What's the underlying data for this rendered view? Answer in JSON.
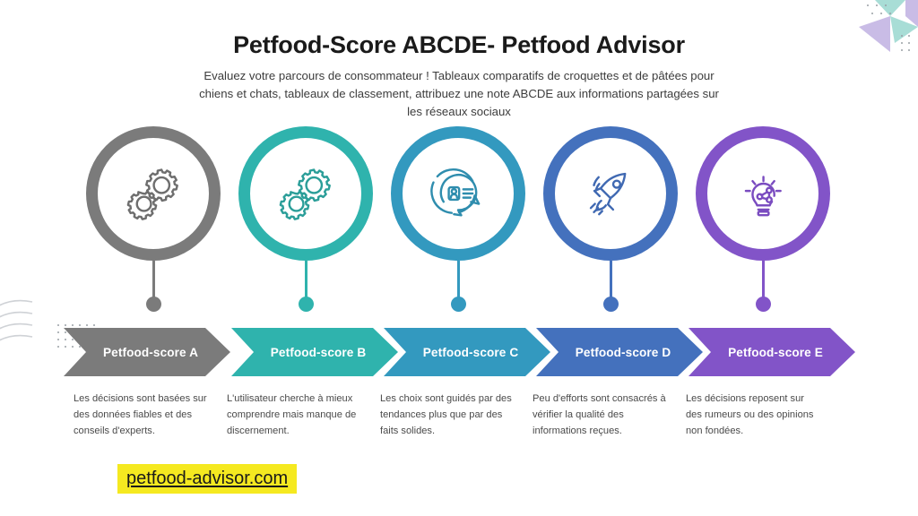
{
  "header": {
    "title": "Petfood-Score ABCDE- Petfood Advisor",
    "subtitle": "Evaluez votre parcours de consommateur ! Tableaux comparatifs de croquettes et de pâtées pour chiens et chats, tableaux de classement, attribuez une note ABCDE aux informations partagées sur les réseaux sociaux"
  },
  "steps": [
    {
      "label": "Petfood-score A",
      "description": "Les décisions sont basées sur des données fiables et des conseils d'experts.",
      "icon": "gears-icon",
      "color": "#7b7b7b"
    },
    {
      "label": "Petfood-score B",
      "description": "L'utilisateur cherche à mieux comprendre mais manque de discernement.",
      "icon": "gears-icon",
      "color": "#2fb3ad"
    },
    {
      "label": "Petfood-score C",
      "description": "Les choix sont guidés par des tendances plus que par des faits solides.",
      "icon": "profile-chat-bubble-icon",
      "color": "#3399bf"
    },
    {
      "label": "Petfood-score D",
      "description": "Peu d'efforts sont consacrés à vérifier la qualité des informations reçues.",
      "icon": "rocket-icon",
      "color": "#4471bd"
    },
    {
      "label": "Petfood-score E",
      "description": "Les décisions reposent sur des rumeurs ou des opinions non fondées.",
      "icon": "lightbulb-network-icon",
      "color": "#8254c8"
    }
  ],
  "footer": {
    "link_text": "petfood-advisor.com",
    "highlight_color": "#f5e920"
  },
  "decoration": {
    "triangle_teal": "#a8ddd6",
    "triangle_purple": "#c9bce6",
    "dot_color": "#9aa0a6",
    "line_color": "#cfd2d6"
  }
}
